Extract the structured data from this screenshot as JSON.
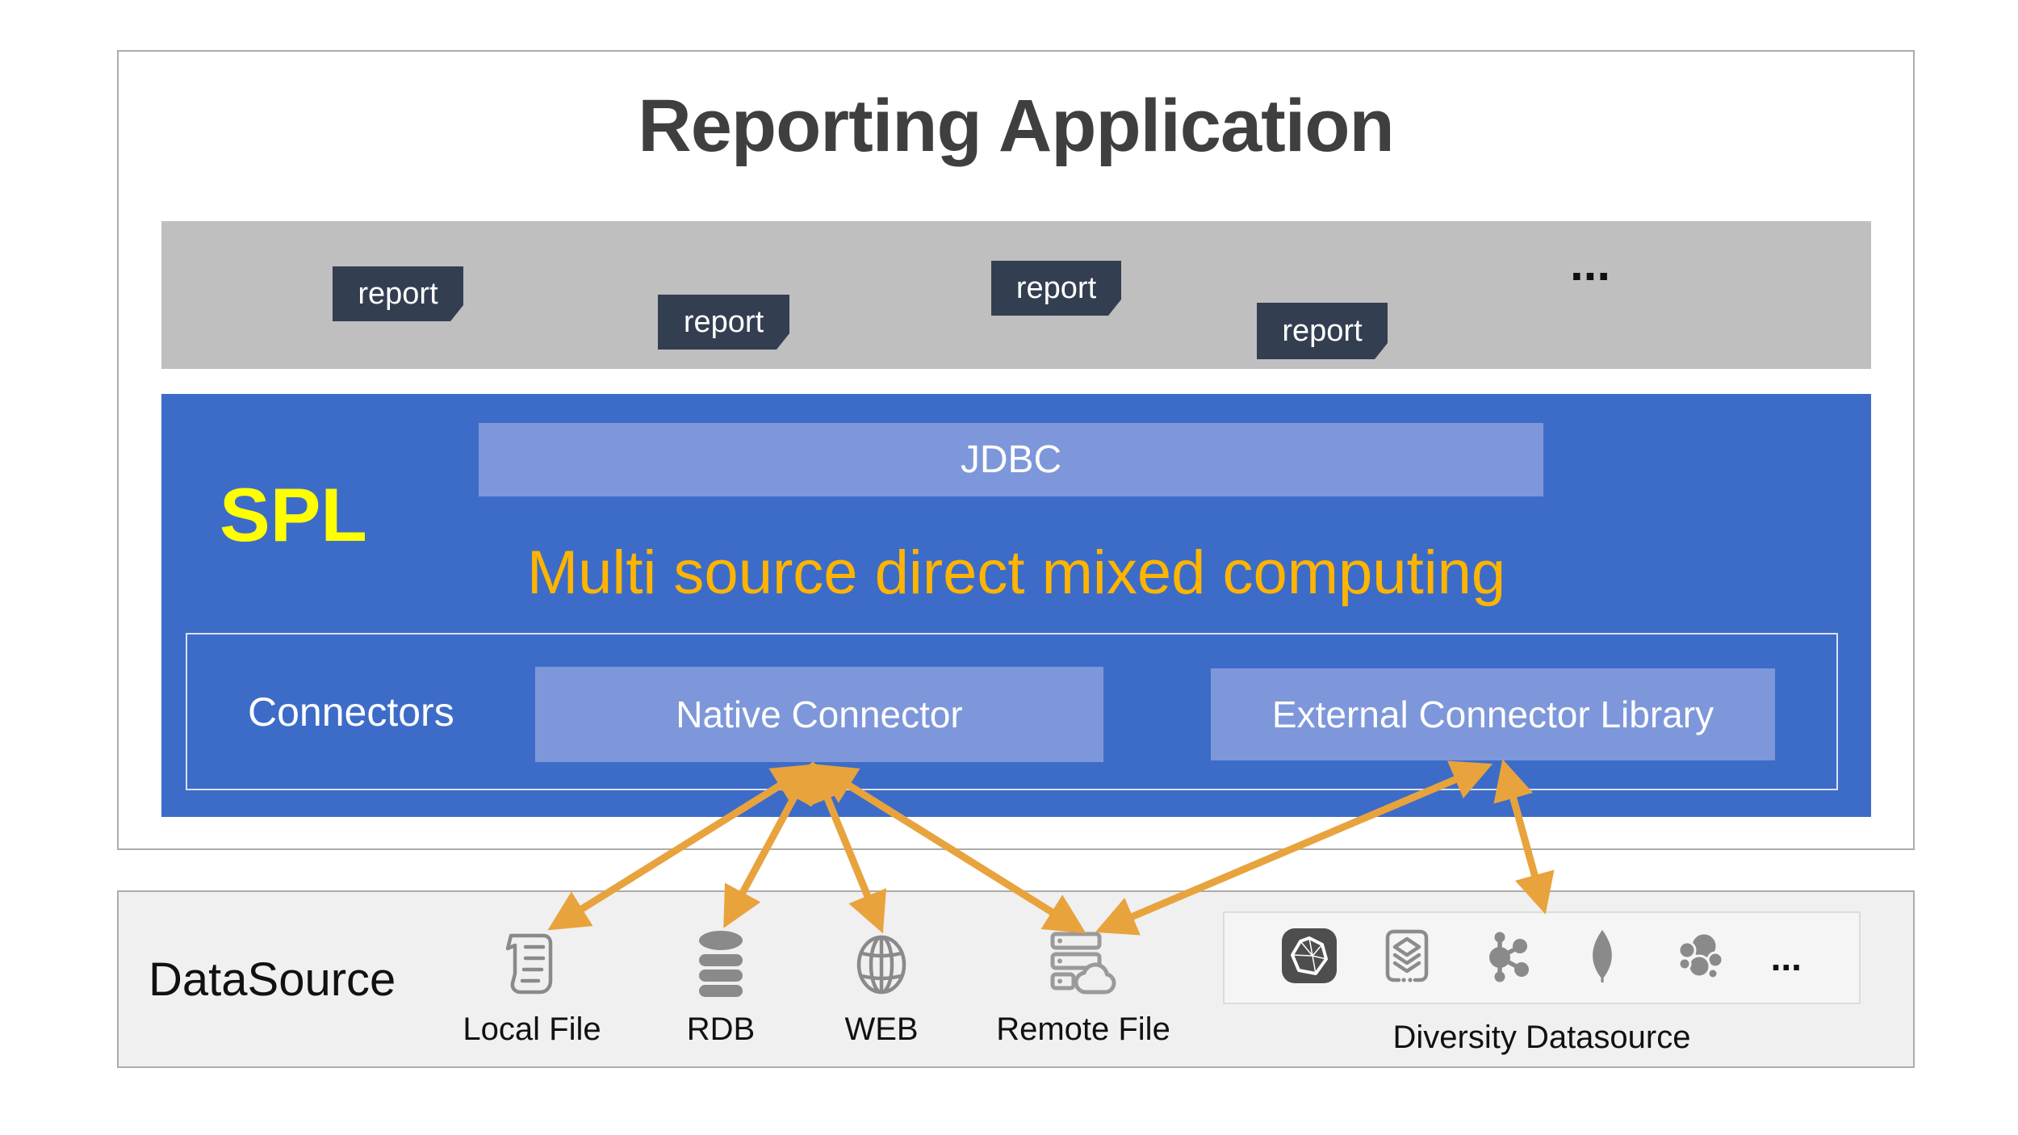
{
  "app": {
    "title": "Reporting Application",
    "reports": [
      "report",
      "report",
      "report",
      "report"
    ],
    "more_reports": "..."
  },
  "spl": {
    "label": "SPL",
    "jdbc": "JDBC",
    "headline": "Multi source direct mixed computing",
    "connectors": {
      "title": "Connectors",
      "native": "Native Connector",
      "external": "External Connector Library"
    }
  },
  "datasource": {
    "title": "DataSource",
    "items": [
      {
        "name": "Local File",
        "icon": "scroll-file-icon"
      },
      {
        "name": "RDB",
        "icon": "database-icon"
      },
      {
        "name": "WEB",
        "icon": "globe-icon"
      },
      {
        "name": "Remote File",
        "icon": "server-cloud-icon"
      }
    ],
    "diversity": {
      "label": "Diversity Datasource",
      "icons": [
        "graph-db-icon",
        "layered-db-icon",
        "network-graph-icon",
        "mongodb-leaf-icon",
        "elastic-cluster-icon"
      ],
      "more": "..."
    }
  },
  "colors": {
    "blue_layer": "#3D6CC8",
    "light_blue": "#7E97DA",
    "gray_band": "#BFBFBF",
    "badge_navy": "#333F50",
    "arrow_gold": "#E8A33D",
    "headline_gold": "#FFB400",
    "spl_yellow": "#FFFF00",
    "icon_gray": "#8A8A8A"
  }
}
